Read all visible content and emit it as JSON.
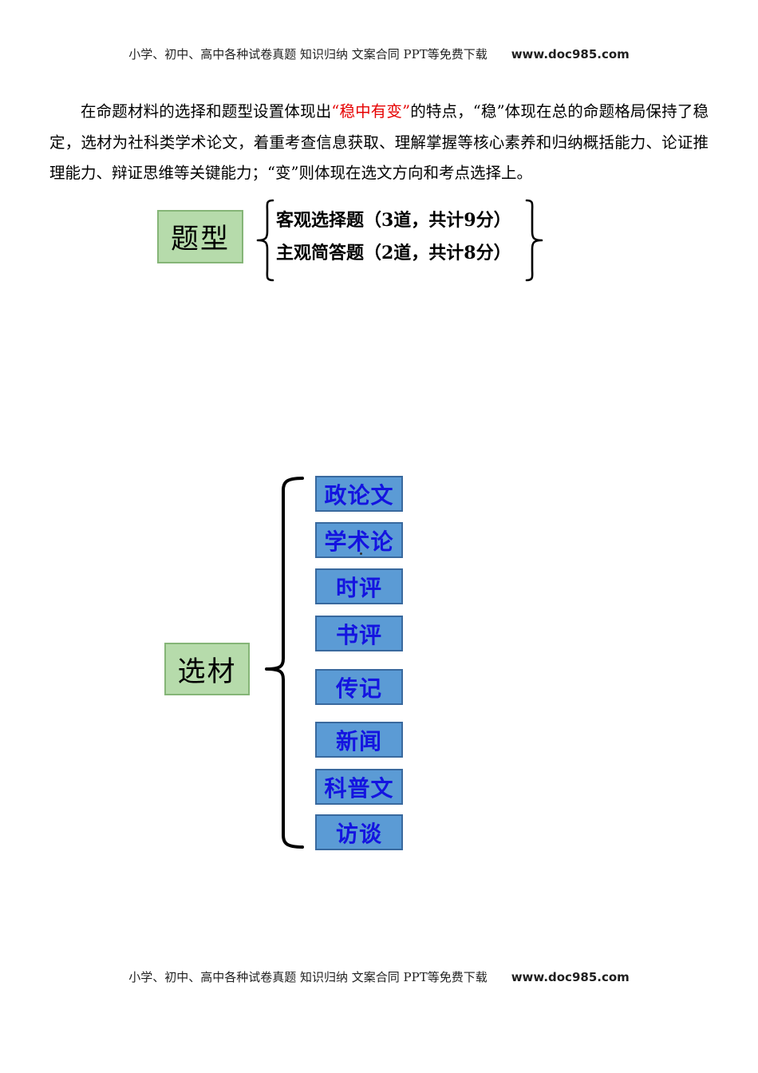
{
  "header": {
    "text": "小学、初中、高中各种试卷真题  知识归纳  文案合同  PPT等免费下载",
    "site": "www.doc985.com"
  },
  "footer": {
    "text": "小学、初中、高中各种试卷真题  知识归纳  文案合同  PPT等免费下载",
    "site": "www.doc985.com"
  },
  "paragraph": {
    "part1": "在命题材料的选择和题型设置体现出",
    "highlight": "“稳中有变”",
    "part2": "的特点，“稳”体现在总的命题格局保持了稳定，选材为社科类学术论文，着重考查信息获取、理解掌握等核心素养和归纳概括能力、论证推理能力、辩证思维等关键能力；“变”则体现在选文方向和考点选择上。",
    "highlight_color": "#e60000"
  },
  "question_type_diagram": {
    "label": "题型",
    "items": [
      "客观选择题（3道，共计9分）",
      "主观简答题（2道，共计8分）"
    ]
  },
  "material_diagram": {
    "label": "选材",
    "items": [
      "政论文",
      "学术论",
      "时评",
      "书评",
      "传记",
      "新闻",
      "科普文",
      "访谈"
    ]
  },
  "colors": {
    "green_fill": "#b6dbab",
    "green_border": "#85b577",
    "blue_fill": "#5b9bd5",
    "blue_border": "#39699e",
    "blue_text": "#1414e0",
    "highlight_red": "#e60000"
  }
}
